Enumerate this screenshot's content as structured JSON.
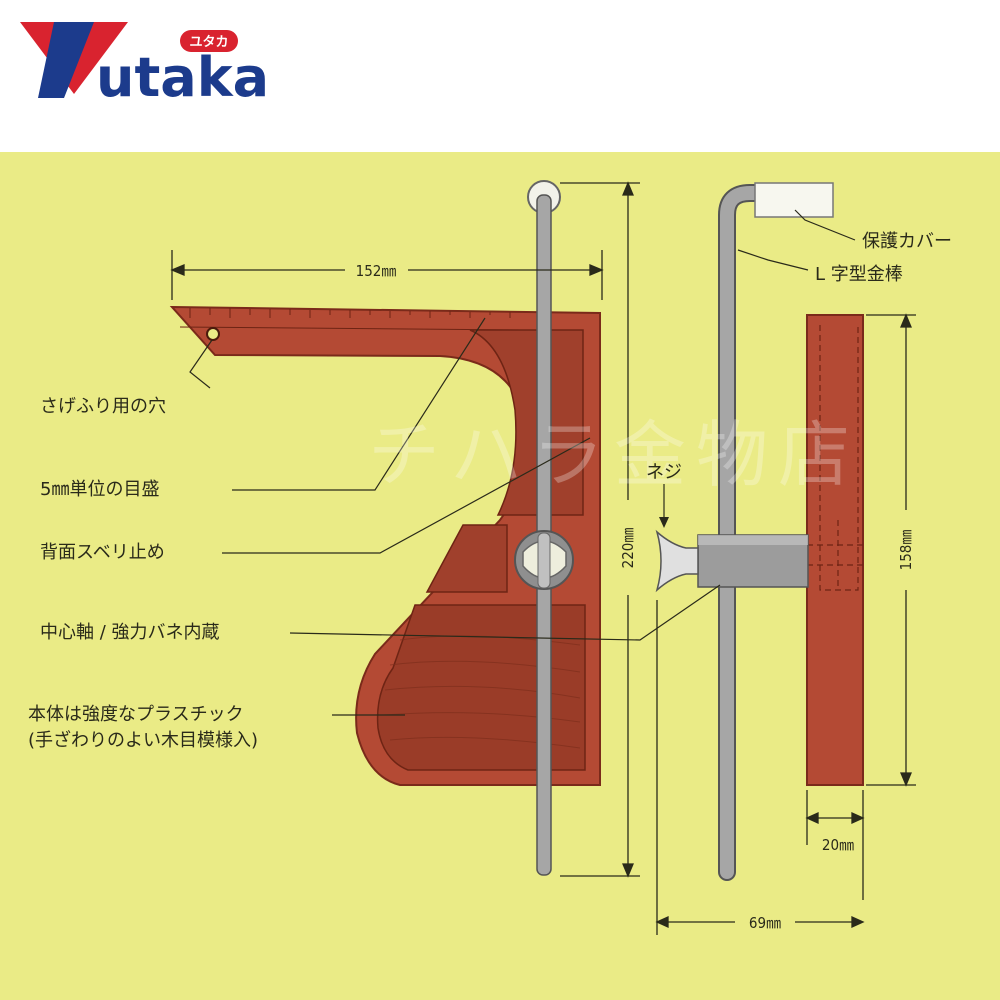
{
  "brand": {
    "logo_text": "utaka",
    "logo_initial": "Y",
    "logo_badge": "ユタカ",
    "colors": {
      "navy": "#1c3b8c",
      "red": "#d9232f"
    }
  },
  "diagram": {
    "background": "#eaeb86",
    "body_color": "#b44a34",
    "labels": {
      "plumb_hole": "さげふり用の穴",
      "scale": "5㎜単位の目盛",
      "anti_slip": "背面スベリ止め",
      "center_axis": "中心軸 / 強力バネ内蔵",
      "body_line1": "本体は強度なプラスチック",
      "body_line2": "(手ざわりのよい木目模様入)",
      "cover": "保護カバー",
      "l_rod": "L 字型金棒",
      "screw": "ネジ"
    },
    "dimensions": {
      "width": "152㎜",
      "height": "220㎜",
      "side_height": "158㎜",
      "thickness": "20㎜",
      "depth": "69㎜"
    },
    "watermark": "チハラ金物店"
  }
}
